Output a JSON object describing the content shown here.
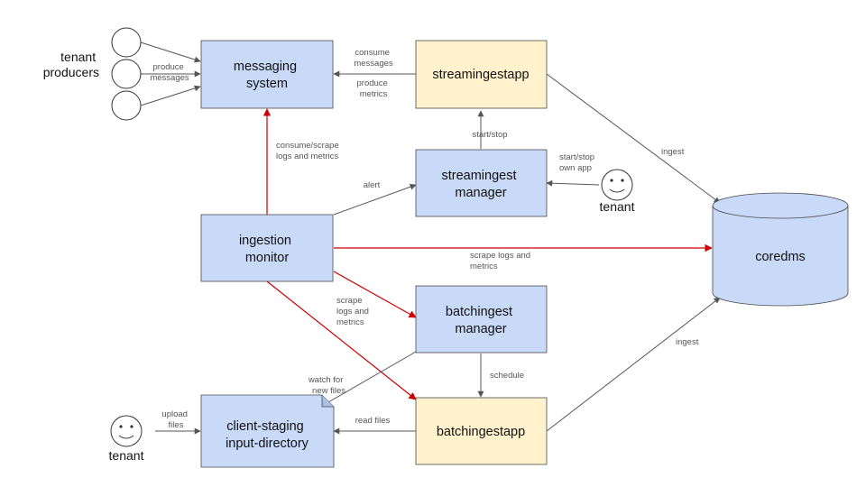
{
  "nodes": {
    "messaging": [
      "messaging",
      "system"
    ],
    "streamingestapp": [
      "streamingestapp"
    ],
    "streamingest_manager": [
      "streamingest",
      "manager"
    ],
    "ingestion_monitor": [
      "ingestion",
      "monitor"
    ],
    "coredms": [
      "coredms"
    ],
    "batchingest_manager": [
      "batchingest",
      "manager"
    ],
    "batchingestapp": [
      "batchingestapp"
    ],
    "client_staging": [
      "client-staging",
      "input-directory"
    ]
  },
  "actors": {
    "tenant_producers": [
      "tenant",
      "producers"
    ],
    "tenant_right": "tenant",
    "tenant_left": "tenant"
  },
  "edges": {
    "produce_messages": [
      "produce",
      "messages"
    ],
    "consume_messages": [
      "consume",
      "messages"
    ],
    "produce_metrics": [
      "produce",
      "metrics"
    ],
    "start_stop": "start/stop",
    "start_stop_own_app": [
      "start/stop",
      "own app"
    ],
    "alert": "alert",
    "consume_scrape": [
      "consume/scrape",
      "logs and metrics"
    ],
    "scrape_logs_metrics": [
      "scrape logs and",
      "metrics"
    ],
    "scrape_logs": [
      "scrape",
      "logs and",
      "metrics"
    ],
    "ingest_top": "ingest",
    "ingest_bottom": "ingest",
    "schedule": "schedule",
    "watch_for_new_files": [
      "watch for",
      "new files"
    ],
    "read_files": "read files",
    "upload_files": [
      "upload",
      "files"
    ]
  },
  "colors": {
    "node_blue": "#c9daf8",
    "node_yellow": "#fff2cc",
    "edge_gray": "#555555",
    "edge_red": "#cc0000"
  }
}
